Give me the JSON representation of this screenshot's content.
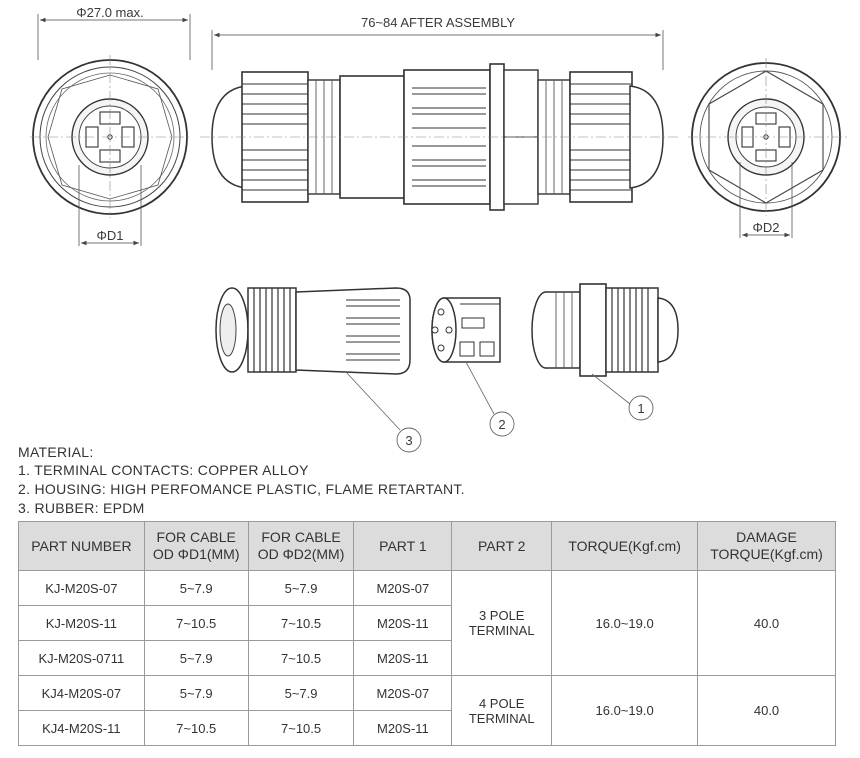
{
  "drawing": {
    "dims": {
      "phi_max": "Φ27.0 max.",
      "assembly": "76~84 AFTER ASSEMBLY",
      "phi_d1": "ΦD1",
      "phi_d2": "ΦD2"
    },
    "callouts": [
      "1",
      "2",
      "3"
    ]
  },
  "material": {
    "lines": [
      "MATERIAL:",
      "1. TERMINAL CONTACTS: COPPER ALLOY",
      "2. HOUSING: HIGH PERFOMANCE PLASTIC, FLAME RETARTANT.",
      "3. RUBBER: EPDM"
    ]
  },
  "table": {
    "headers": [
      [
        "PART NUMBER"
      ],
      [
        "FOR CABLE",
        "OD ΦD1(MM)"
      ],
      [
        "FOR CABLE",
        "OD ΦD2(MM)"
      ],
      [
        "PART 1"
      ],
      [
        "PART 2"
      ],
      [
        "TORQUE(Kgf.cm)"
      ],
      [
        "DAMAGE",
        "TORQUE(Kgf.cm)"
      ]
    ],
    "rows": [
      [
        "KJ-M20S-07",
        "5~7.9",
        "5~7.9",
        "M20S-07"
      ],
      [
        "KJ-M20S-11",
        "7~10.5",
        "7~10.5",
        "M20S-11"
      ],
      [
        "KJ-M20S-0711",
        "5~7.9",
        "7~10.5",
        "M20S-11"
      ],
      [
        "KJ4-M20S-07",
        "5~7.9",
        "5~7.9",
        "M20S-07"
      ],
      [
        "KJ4-M20S-11",
        "7~10.5",
        "7~10.5",
        "M20S-11"
      ]
    ],
    "groups": [
      {
        "part2": [
          "3 POLE",
          "TERMINAL"
        ],
        "torque": "16.0~19.0",
        "damage": "40.0"
      },
      {
        "part2": [
          "4 POLE",
          "TERMINAL"
        ],
        "torque": "16.0~19.0",
        "damage": "40.0"
      }
    ]
  }
}
